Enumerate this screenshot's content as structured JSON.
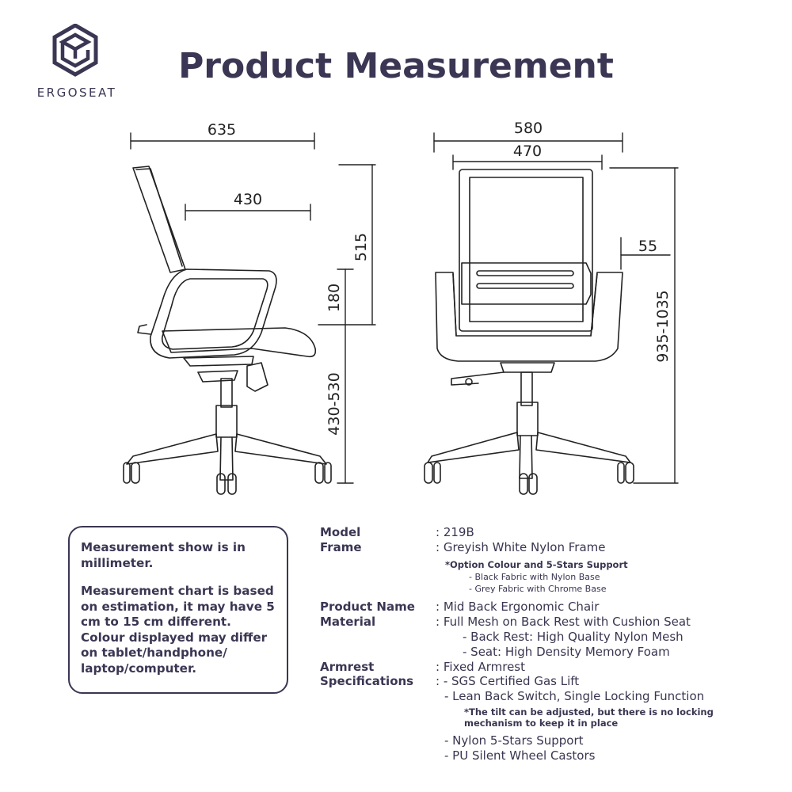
{
  "brand": {
    "name": "ERGOSEAT",
    "logo_icon": "cube-hexagon-icon"
  },
  "title": "Product Measurement",
  "dimensions": {
    "side_overall_width": "635",
    "seat_depth": "430",
    "back_height": "515",
    "armrest_height": "180",
    "seat_height": "430-530",
    "front_overall_width": "580",
    "seat_width": "470",
    "armrest_width": "55",
    "overall_height": "935-1035"
  },
  "notes": [
    "Measurement show is in millimeter.",
    "Measurement chart is based on estimation, it may have 5 cm to 15 cm different. Colour displayed may differ on tablet/handphone/ laptop/computer."
  ],
  "specs": {
    "model_label": "Model",
    "model_value": ": 219B",
    "frame_label": "Frame",
    "frame_value": ": Greyish White Nylon Frame",
    "frame_option_note": "*Option Colour and 5-Stars Support",
    "frame_option_1": "- Black Fabric with Nylon Base",
    "frame_option_2": "- Grey Fabric with Chrome Base",
    "product_name_label": "Product Name",
    "product_name_value": ": Mid Back Ergonomic Chair",
    "material_label": "Material",
    "material_value": ": Full Mesh on Back Rest with Cushion Seat",
    "material_sub_1": "- Back Rest: High Quality Nylon Mesh",
    "material_sub_2": "- Seat: High Density Memory Foam",
    "armrest_label": "Armrest",
    "armrest_value": ": Fixed Armrest",
    "specifications_label": "Specifications",
    "spec_1": ": - SGS Certified Gas Lift",
    "spec_2": "- Lean Back Switch, Single Locking Function",
    "spec_tilt_note_1": "*The tilt can be adjusted, but there is no locking",
    "spec_tilt_note_2": "mechanism to keep it in place",
    "spec_3": "- Nylon 5-Stars Support",
    "spec_4": "- PU Silent Wheel Castors"
  }
}
